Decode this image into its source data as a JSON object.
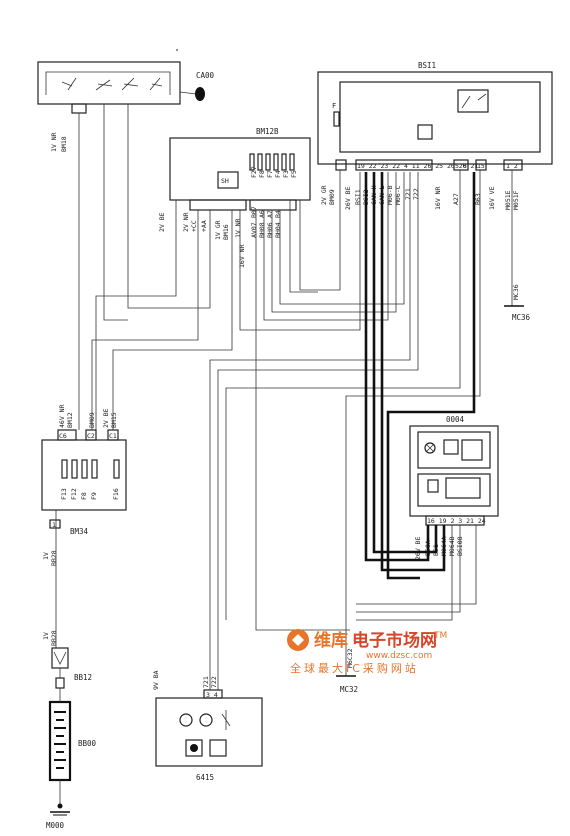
{
  "components": {
    "ca00": "CA00",
    "bsi1": "BSI1",
    "bm12b": "BM12B",
    "bm34": "BM34",
    "ooo4": "0004",
    "b415": "6415",
    "bb00": "BB00",
    "bb12": "BB12",
    "m000": "M000",
    "mc36": "MC36",
    "mc32": "MC32"
  },
  "connectors": {
    "ca00_wire": "1V NR",
    "ca00_pin": "BM18",
    "bsi1_left_conn": "2V GR",
    "bsi1_left_pin": "BM09",
    "bsi1_pin_f": "F",
    "bsi1_main_conn": "26V BE",
    "bsi1_pin_row": "19 22 23 22 4 11 26 25 20 20 21",
    "bsi1_signals": [
      "BSI1",
      "BSI2",
      "CAN H",
      "CAN L",
      "M06-B",
      "M06-C",
      "721",
      "722"
    ],
    "bsi1_conn2": "16V NR",
    "bsi1_conn2_pins": "5 6",
    "bsi1_sig2": "A27",
    "bsi1_sig3": "B63",
    "bsi1_conn3": "16V VE",
    "bsi1_conn3_pin": "15",
    "bsi1_mc": [
      "M051E",
      "M051F"
    ],
    "bsi1_mc_pins": "1 2",
    "bm12b_conns": [
      "2V BE",
      "2V NR",
      "1V GR",
      "1V NR"
    ],
    "bm12b_pin_sigs": [
      "+CC",
      "+AA",
      "BM16"
    ],
    "bm12b_relay": "SH",
    "bm12b_fuses": [
      "F27",
      "F8",
      "F7",
      "F4",
      "F3",
      "F5"
    ],
    "bm12b_outputs": [
      "AV07",
      "BH08",
      "BH06",
      "BH04"
    ],
    "bm12b_outputs2": [
      "B07",
      "A6",
      "A7",
      "B4"
    ],
    "bm12b_bus_lbl": "16V NR",
    "bm34_conns": [
      "46V NR",
      "2V BE"
    ],
    "bm34_pins": [
      "BM12",
      "BM09",
      "BM15"
    ],
    "bm34_pin_ids": [
      "C6",
      "C2",
      "C1"
    ],
    "bm34_fuses": [
      "F13",
      "F12",
      "F8",
      "F9",
      "F16"
    ],
    "bm34_out_conn": "1V",
    "bm34_out_pin": "BB28",
    "bm34_out_id": "1",
    "bb12_conn": "1V",
    "bb12_pin": "BB28",
    "ooo4_conn": "26V BE",
    "ooo4_pins": "16 19 2 3 21 24",
    "ooo4_signals": [
      "B50A",
      "B51",
      "M064A",
      "M064B",
      "BSI08"
    ],
    "b415_conn": "9V BA",
    "b415_pins": "3 4",
    "b415_signals": [
      "721",
      "722"
    ],
    "mc32_lbl": "M6C32"
  },
  "watermark": {
    "brand": "维库",
    "title": "电子市场网",
    "url": "www.dzsc.com",
    "slogan": "全球最大IC采购网站",
    "tm": "TM"
  },
  "colors": {
    "ink": "#222222",
    "heavy": "#111111",
    "watermark_orange": "#e8742a",
    "watermark_red": "#d6452a"
  }
}
